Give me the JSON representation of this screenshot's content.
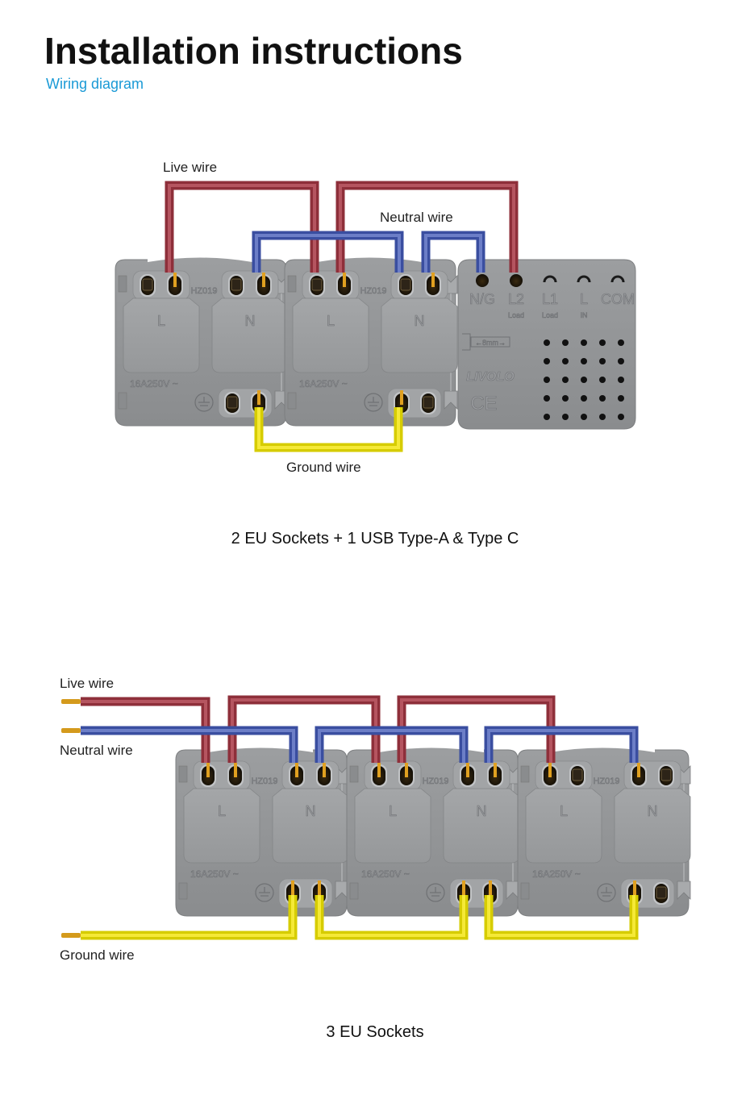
{
  "header": {
    "title": "Installation instructions",
    "subtitle": "Wiring diagram"
  },
  "colors": {
    "accent": "#1a9ad6",
    "live_wire": "#8e2f3a",
    "neutral_wire": "#3a4ea0",
    "ground_wire": "#e8e000",
    "module_body": "#8f9193"
  },
  "diagram1": {
    "labels": {
      "live": "Live wire",
      "neutral": "Neutral wire",
      "ground": "Ground wire"
    },
    "socket_modules": [
      {
        "model": "HZ019",
        "terminal_left": "L",
        "terminal_right": "N",
        "rating": "16A250V ~"
      },
      {
        "model": "HZ019",
        "terminal_left": "L",
        "terminal_right": "N",
        "rating": "16A250V ~"
      }
    ],
    "usb_module": {
      "terminals": [
        {
          "label": "N/G",
          "sub": ""
        },
        {
          "label": "L2",
          "sub": "Load"
        },
        {
          "label": "L1",
          "sub": "Load"
        },
        {
          "label": "L",
          "sub": "IN"
        },
        {
          "label": "COM",
          "sub": ""
        }
      ],
      "strip_gauge": "8mm",
      "brand": "LIVOLO",
      "cert": "CE"
    },
    "caption": "2 EU Sockets + 1 USB Type-A & Type C"
  },
  "diagram2": {
    "labels": {
      "live": "Live wire",
      "neutral": "Neutral wire",
      "ground": "Ground wire"
    },
    "socket_modules": [
      {
        "model": "HZ019",
        "terminal_left": "L",
        "terminal_right": "N",
        "rating": "16A250V ~"
      },
      {
        "model": "HZ019",
        "terminal_left": "L",
        "terminal_right": "N",
        "rating": "16A250V ~"
      },
      {
        "model": "HZ019",
        "terminal_left": "L",
        "terminal_right": "N",
        "rating": "16A250V ~"
      }
    ],
    "caption": "3 EU Sockets"
  }
}
